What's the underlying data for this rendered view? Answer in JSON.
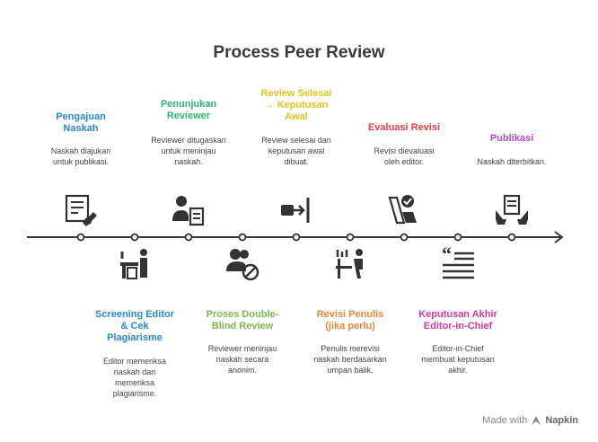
{
  "title": "Process Peer Review",
  "colors": {
    "step1": "#2a86d6",
    "step2": "#2a86d6",
    "step3": "#2bb673",
    "step4": "#7ab84a",
    "step5": "#e2c21a",
    "step6": "#e8853a",
    "step7": "#e0404a",
    "step8": "#d63a9a",
    "step9": "#b048d6"
  },
  "steps": [
    {
      "title": "Pengajuan\nNaskah",
      "desc": "Naskah diajukan\nuntuk publikasi.",
      "icon": "document-edit-icon"
    },
    {
      "title": "Screening Editor\n& Cek\nPlagiarisme",
      "desc": "Editor memeriksa\nnaskah dan\nmemeriksa\nplagiarisme.",
      "icon": "editor-desk-icon"
    },
    {
      "title": "Penunjukan\nReviewer",
      "desc": "Reviewer ditugaskan\nuntuk meninjau\nnaskah.",
      "icon": "reviewer-assign-icon"
    },
    {
      "title": "Proses Double-\nBlind Review",
      "desc": "Reviewer meninjau\nnaskah secara\nanonim.",
      "icon": "anonymous-users-icon"
    },
    {
      "title": "Review Selesai\n→ Keputusan\nAwal",
      "desc": "Review selesai dan\nkeputusan awal\ndibuat.",
      "icon": "arrow-to-line-icon"
    },
    {
      "title": "Revisi Penulis\n(jika perlu)",
      "desc": "Penulis merevisi\nnaskah berdasarkan\numpan balik.",
      "icon": "author-revise-icon"
    },
    {
      "title": "Evaluasi Revisi",
      "desc": "Revisi dievaluasi\noleh editor.",
      "icon": "checklist-eval-icon"
    },
    {
      "title": "Keputusan Akhir\nEditor-in-Chief",
      "desc": "Editor-in-Chief\nmembuat keputusan\nakhir.",
      "icon": "quote-list-icon"
    },
    {
      "title": "Publikasi",
      "desc": "Naskah diterbitkan.",
      "icon": "publish-hands-icon"
    }
  ],
  "footer": {
    "made_with": "Made with",
    "brand": "Napkin"
  }
}
